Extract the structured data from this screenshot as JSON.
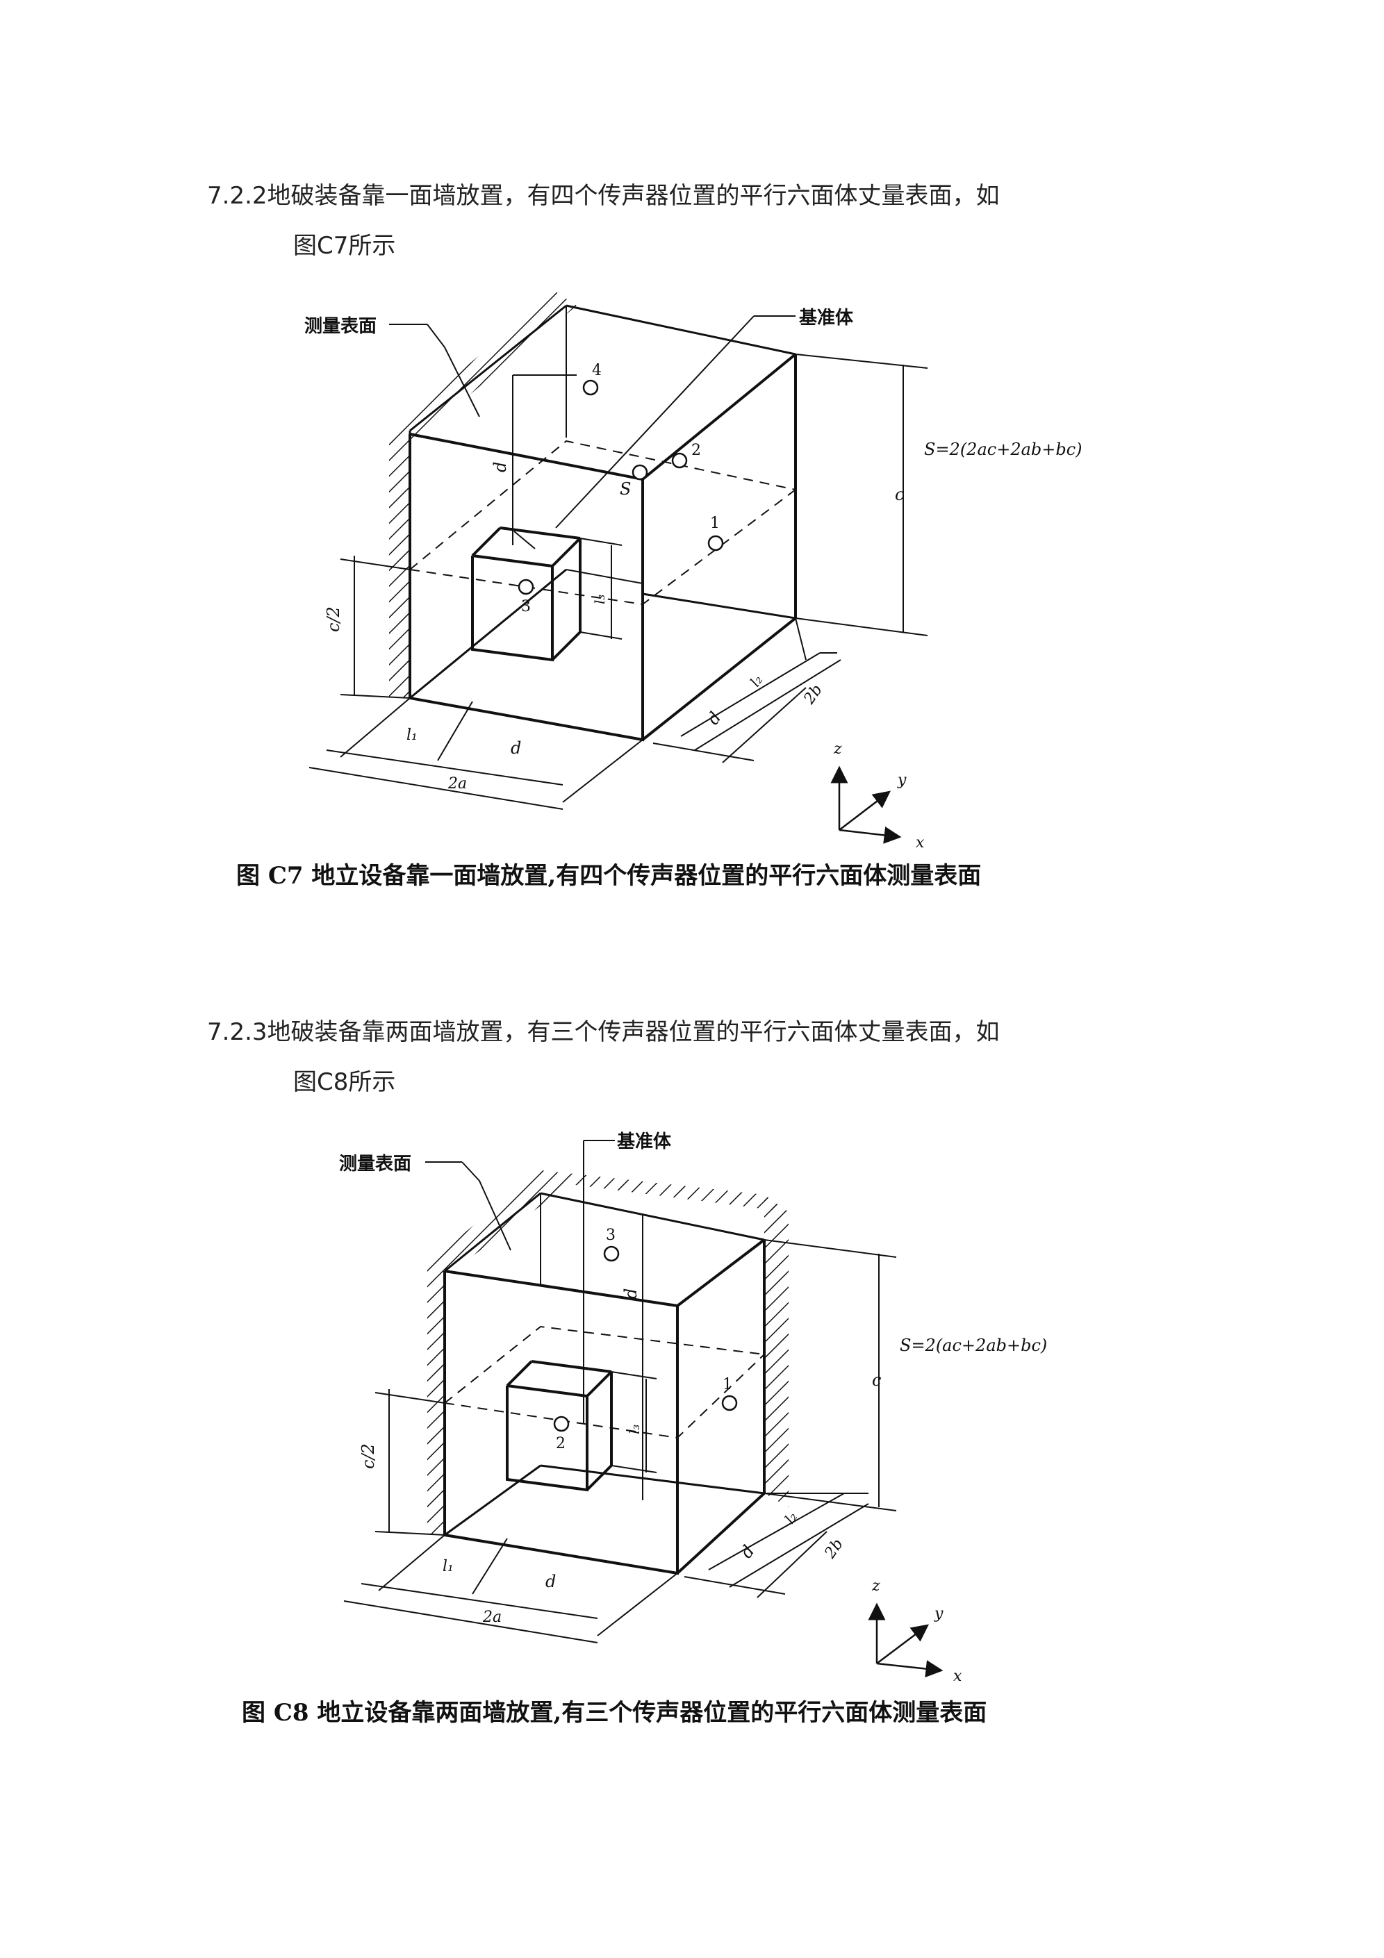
{
  "sections": [
    {
      "heading_line1": "7.2.2地破装备靠一面墙放置，有四个传声器位置的平行六面体丈量表面，如",
      "heading_line2": "图C7所示",
      "figure": {
        "label_surface": "测量表面",
        "label_reference": "基准体",
        "formula": "S=2(2ac+2ab+bc)",
        "points": [
          "1",
          "2",
          "3",
          "4"
        ],
        "label_S": "S",
        "dims": {
          "d": "d",
          "c": "c",
          "c_half": "c/2",
          "l1": "l₁",
          "l2": "l₂",
          "l3": "l₃",
          "two_a": "2a",
          "two_b": "2b"
        },
        "axes": {
          "x": "x",
          "y": "y",
          "z": "z"
        },
        "caption": "图 C7    地立设备靠一面墙放置,有四个传声器位置的平行六面体测量表面"
      }
    },
    {
      "heading_line1": "7.2.3地破装备靠两面墙放置，有三个传声器位置的平行六面体丈量表面，如",
      "heading_line2": "图C8所示",
      "figure": {
        "label_surface": "测量表面",
        "label_reference": "基准体",
        "formula": "S=2(ac+2ab+bc)",
        "points": [
          "1",
          "2",
          "3"
        ],
        "dims": {
          "d": "d",
          "c": "c",
          "c_half": "c/2",
          "l1": "l₁",
          "l2": "l₂",
          "l3": "l₃",
          "two_a": "2a",
          "two_b": "2b"
        },
        "axes": {
          "x": "x",
          "y": "y",
          "z": "z"
        },
        "caption": "图 C8    地立设备靠两面墙放置,有三个传声器位置的平行六面体测量表面"
      }
    }
  ]
}
